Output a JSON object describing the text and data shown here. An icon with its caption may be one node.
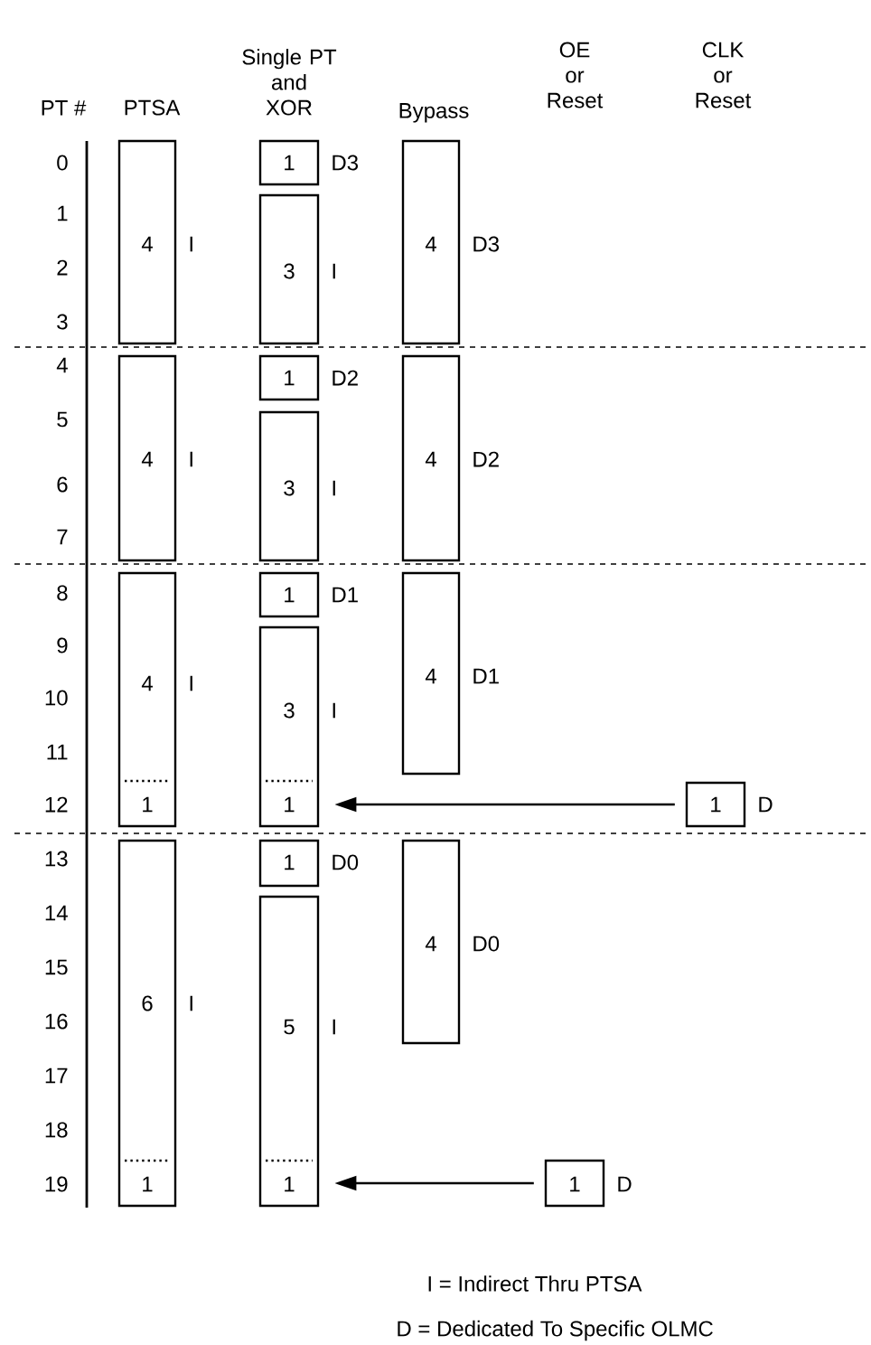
{
  "diagram": {
    "nodes": [
      {
        "text": [
          "4"
        ],
        "beside": [
          "I"
        ]
      },
      {
        "text": [
          "1"
        ],
        "beside": [
          "D3"
        ]
      },
      {
        "text": [
          "3"
        ],
        "beside": [
          "I"
        ]
      },
      {
        "text": [
          "4"
        ],
        "beside": [
          "D3"
        ]
      },
      {
        "text": [
          "4"
        ],
        "beside": [
          "I"
        ]
      },
      {
        "text": [
          "1"
        ],
        "beside": [
          "D2"
        ]
      },
      {
        "text": [
          "3"
        ],
        "beside": [
          "I"
        ]
      },
      {
        "text": [
          "4"
        ],
        "beside": [
          "D2"
        ]
      },
      {
        "text": [
          "4"
        ],
        "beside": [
          "I"
        ]
      },
      {
        "text": [
          "1"
        ],
        "in": 8
      },
      {
        "text": [
          "1"
        ],
        "beside": [
          "D1"
        ]
      },
      {
        "text": [
          "3"
        ],
        "beside": [
          "I"
        ]
      },
      {
        "text": [
          "1"
        ],
        "in": 11
      },
      {
        "text": [
          "4"
        ],
        "beside": [
          "D1"
        ]
      },
      {
        "text": [
          "1"
        ],
        "beside": [
          "D"
        ]
      },
      {
        "text": [
          "6"
        ],
        "beside": [
          "I"
        ]
      },
      {
        "text": [
          "1"
        ],
        "in": 15
      },
      {
        "text": [
          "1"
        ],
        "beside": [
          "D0"
        ]
      },
      {
        "text": [
          "5"
        ],
        "beside": [
          "I"
        ]
      },
      {
        "text": [
          "1"
        ],
        "in": 18
      },
      {
        "text": [
          "4"
        ],
        "beside": [
          "D0"
        ]
      },
      {
        "text": [
          "1"
        ],
        "beside": [
          "D"
        ]
      }
    ],
    "edges": [
      {
        "from": 14,
        "to": 12,
        "arrow": "to"
      },
      {
        "from": 21,
        "to": 19,
        "arrow": "to"
      }
    ],
    "labels": [
      "PT #",
      "PTSA",
      "Single PT and XOR",
      "Bypass",
      "OE or Reset",
      "CLK or Reset",
      "0",
      "1",
      "2",
      "3",
      "4",
      "5",
      "6",
      "7",
      "8",
      "9",
      "10",
      "11",
      "12",
      "13",
      "14",
      "15",
      "16",
      "17",
      "18",
      "19",
      "I = Indirect Thru PTSA",
      "D = Dedicated To Specific OLMC"
    ]
  }
}
